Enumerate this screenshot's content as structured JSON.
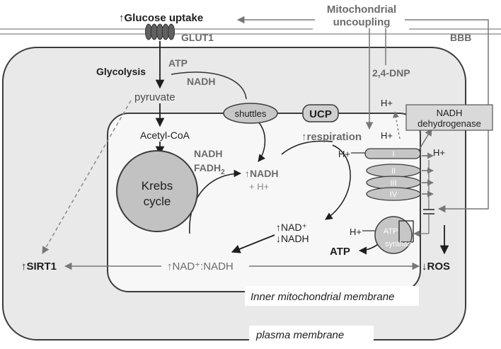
{
  "labels": {
    "glucose_uptake": "↑Glucose uptake",
    "glut1": "GLUT1",
    "bbb": "BBB",
    "mito_uncoupling_1": "Mitochondrial",
    "mito_uncoupling_2": "uncoupling",
    "glycolysis": "Glycolysis",
    "atp_top": "ATP",
    "nadh_top": "NADH",
    "pyruvate": "pyruvate",
    "shuttles": "shuttles",
    "ucp": "UCP",
    "dnp": "2,4-DNP",
    "h_plus_1": "H+",
    "h_plus_2": "H+",
    "h_plus_3": "H+",
    "h_plus_4": "H+",
    "h_plus_5": "H+",
    "nadh_dehydrogenase_1": "NADH",
    "nadh_dehydrogenase_2": "dehydrogenase",
    "acetyl_coa": "Acetyl-CoA",
    "respiration": "↑respiration",
    "nadh_fadh_1": "NADH",
    "nadh_fadh_2": "FADH",
    "fadh_sub": "2",
    "nadh_up": "↑NADH",
    "plus_h": "+ H+",
    "krebs_1": "Krebs",
    "krebs_2": "cycle",
    "complex_1": "I",
    "complex_2": "II",
    "complex_3": "III",
    "complex_4": "IV",
    "nad_up": "↑NAD⁺",
    "nadh_down": "↓NADH",
    "atp_synthase_1": "ATP",
    "atp_synthase_2": "synthase",
    "atp_bottom": "ATP",
    "sirt1": "↑SIRT1",
    "nad_ratio": "↑NAD⁺:NADH",
    "ros": "↓ROS",
    "inner_membrane": "Inner mitochondrial membrane",
    "plasma_membrane": "plasma membrane"
  },
  "colors": {
    "cell_fill": "#e9e9e9",
    "mito_fill": "#f7f7f7",
    "outline": "#3c3c3c",
    "arrow_gray": "#6f6f6f",
    "text_gray": "#6b6b6b",
    "krebs_fill": "#c2c2c2",
    "shuttle_fill": "#c8c8c8",
    "complex_fill": "#c6c6c6",
    "dehydrogenase_fill": "#d9d9d9",
    "ucp_fill": "#cfcfcf",
    "glut_fill": "#606060"
  }
}
